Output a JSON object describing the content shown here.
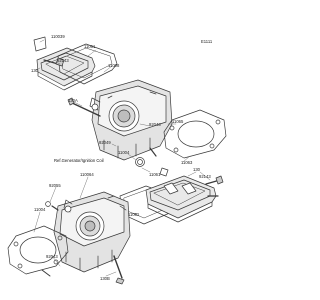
{
  "diagram": {
    "drawing_code": "E1111",
    "reference_note": "Ref.Generator/Ignition Coil",
    "part_labels": {
      "p110039_top": "110039",
      "p11061_top": "11061",
      "p92143_left": "92143",
      "p130_left": "130",
      "p11008": "11008",
      "p11065": "11065",
      "p92049_top": "92049",
      "p92043_right": "92043",
      "p130a": "130A",
      "p11004_top": "11004",
      "p11061_mid": "11061",
      "p11063": "11063",
      "p130_right": "130",
      "p92143_right": "92143",
      "p110064": "110064",
      "p92055": "92055",
      "p11004_bottom": "11004",
      "p92043_bottom": "92043",
      "p130b": "130B",
      "p11061_cover": "11061"
    }
  }
}
